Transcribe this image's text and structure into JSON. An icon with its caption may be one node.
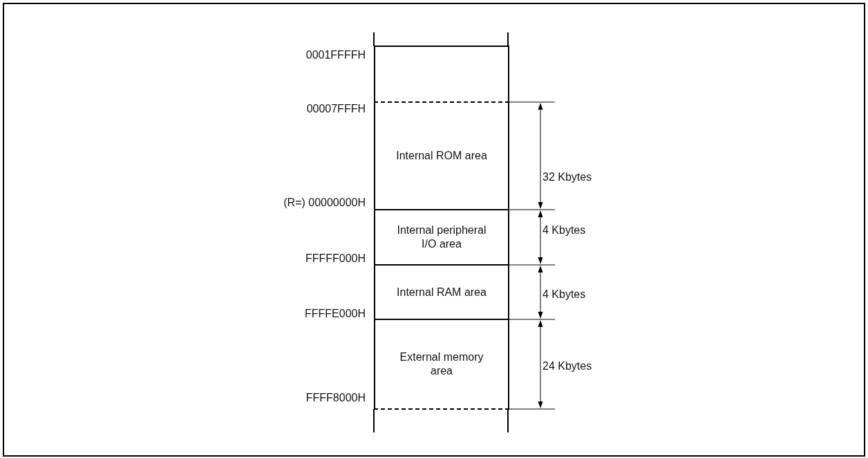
{
  "diagram": {
    "nodes": [
      {
        "text": [],
        "shape": "box"
      },
      {
        "text": [
          "Internal ROM area"
        ]
      },
      {
        "text": [
          "Internal peripheral I/O area"
        ]
      },
      {
        "text": [
          "Internal RAM area"
        ]
      },
      {
        "text": [
          "External memory area"
        ]
      }
    ],
    "edges": [],
    "labels": [
      "0001FFFFH",
      "00007FFFH",
      "32 Kbytes",
      "(R=) 00000000H",
      "4 Kbytes",
      "FFFFF000H",
      "4 Kbytes",
      "FFFFE000H",
      "24 Kbytes",
      "FFFF8000H"
    ]
  }
}
